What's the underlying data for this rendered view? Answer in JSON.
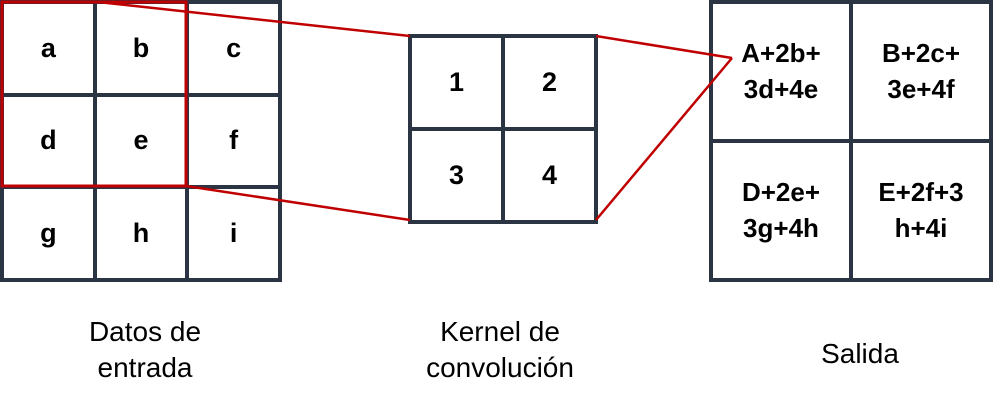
{
  "input": {
    "cells": [
      "a",
      "b",
      "c",
      "d",
      "e",
      "f",
      "g",
      "h",
      "i"
    ],
    "caption_line1": "Datos de",
    "caption_line2": "entrada"
  },
  "kernel": {
    "cells": [
      "1",
      "2",
      "3",
      "4"
    ],
    "caption_line1": "Kernel de",
    "caption_line2": "convolución"
  },
  "output": {
    "cells": [
      "A+2b+\n3d+4e",
      "B+2c+\n3e+4f",
      "D+2e+\n3g+4h",
      "E+2f+3\nh+4i"
    ],
    "caption": "Salida"
  },
  "colors": {
    "grid_border": "#2a3442",
    "highlight": "#c00000"
  }
}
